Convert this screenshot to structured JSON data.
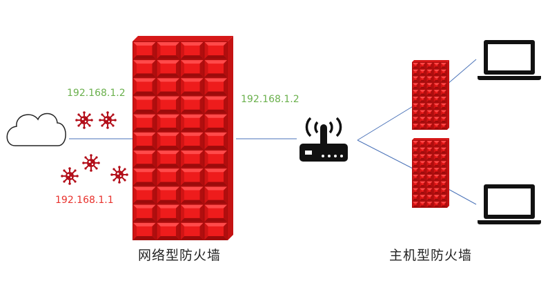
{
  "labels": {
    "ip_attacker_safe": "192.168.1.2",
    "ip_router": "192.168.1.2",
    "ip_attacker_bad": "192.168.1.1",
    "caption_network_firewall": "网络型防火墙",
    "caption_host_firewall": "主机型防火墙"
  },
  "icons": [
    "cloud-icon",
    "virus-icon",
    "router-icon",
    "laptop-icon"
  ],
  "colors": {
    "firewall_red": "#ee1c1c",
    "firewall_dark": "#a80d0d",
    "ip_green": "#6ab04c",
    "ip_red": "#e8312c",
    "link_blue": "#4a72b8"
  }
}
